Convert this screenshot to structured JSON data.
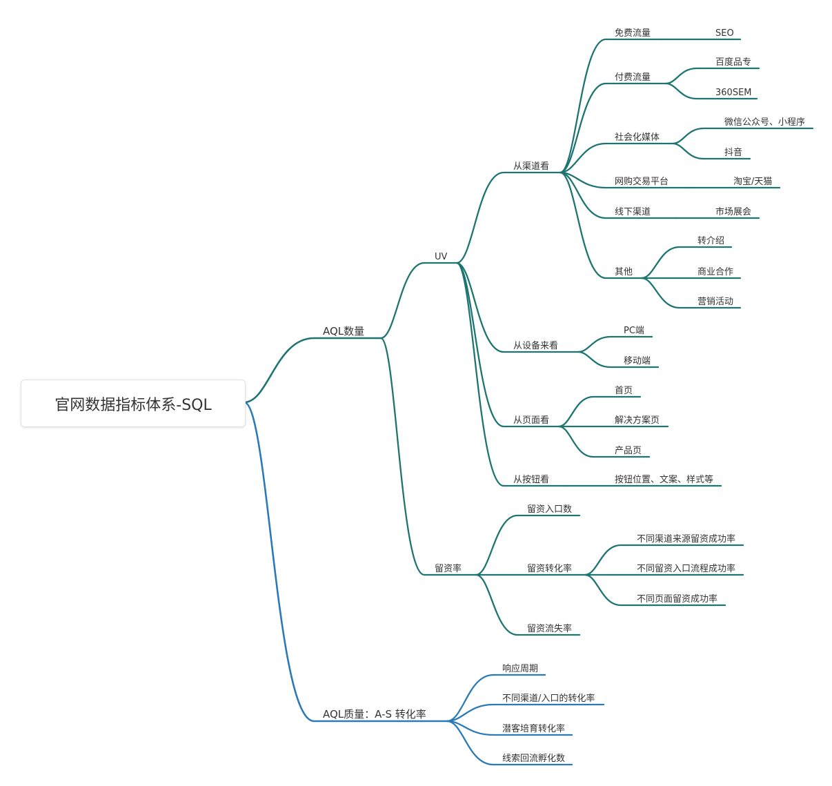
{
  "colors": {
    "teal": "#1d7471",
    "blue": "#2a7ab8"
  },
  "root": {
    "label": "官网数据指标体系-SQL",
    "children": [
      {
        "label": "AQL数量",
        "color": "teal",
        "children": [
          {
            "label": "UV",
            "children": [
              {
                "label": "从渠道看",
                "children": [
                  {
                    "label": "免费流量",
                    "children": [
                      {
                        "label": "SEO"
                      }
                    ]
                  },
                  {
                    "label": "付费流量",
                    "children": [
                      {
                        "label": "百度品专"
                      },
                      {
                        "label": "360SEM"
                      }
                    ]
                  },
                  {
                    "label": "社会化媒体",
                    "children": [
                      {
                        "label": "微信公众号、小程序"
                      },
                      {
                        "label": "抖音"
                      }
                    ]
                  },
                  {
                    "label": "网购交易平台",
                    "children": [
                      {
                        "label": "淘宝/天猫"
                      }
                    ]
                  },
                  {
                    "label": "线下渠道",
                    "children": [
                      {
                        "label": "市场展会"
                      }
                    ]
                  },
                  {
                    "label": "其他",
                    "children": [
                      {
                        "label": "转介绍"
                      },
                      {
                        "label": "商业合作"
                      },
                      {
                        "label": "营销活动"
                      }
                    ]
                  }
                ]
              },
              {
                "label": "从设备来看",
                "children": [
                  {
                    "label": "PC端"
                  },
                  {
                    "label": "移动端"
                  }
                ]
              },
              {
                "label": "从页面看",
                "children": [
                  {
                    "label": "首页"
                  },
                  {
                    "label": "解决方案页"
                  },
                  {
                    "label": "产品页"
                  }
                ]
              },
              {
                "label": "从按钮看",
                "children": [
                  {
                    "label": "按钮位置、文案、样式等"
                  }
                ]
              }
            ]
          },
          {
            "label": "留资率",
            "children": [
              {
                "label": "留资入口数"
              },
              {
                "label": "留资转化率",
                "children": [
                  {
                    "label": "不同渠道来源留资成功率"
                  },
                  {
                    "label": "不同留资入口流程成功率"
                  },
                  {
                    "label": "不同页面留资成功率"
                  }
                ]
              },
              {
                "label": "留资流失率"
              }
            ]
          }
        ]
      },
      {
        "label": "AQL质量：A-S 转化率",
        "color": "blue",
        "children": [
          {
            "label": "响应周期"
          },
          {
            "label": "不同渠道/入口的转化率"
          },
          {
            "label": "潜客培育转化率"
          },
          {
            "label": "线索回流孵化数"
          }
        ]
      }
    ]
  }
}
